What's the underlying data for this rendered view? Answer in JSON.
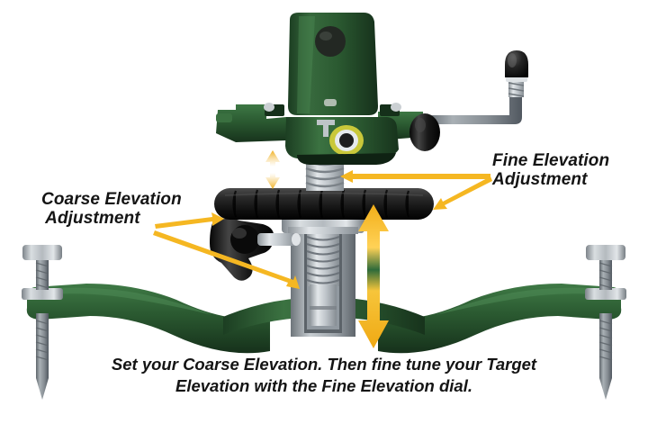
{
  "figure": {
    "kind": "product-illustration",
    "subject": "shooting rest elevation adjustment",
    "background_color": "#ffffff"
  },
  "annotations": {
    "coarse": {
      "name": "Coarse Elevation Adjustment",
      "line1": "Coarse Elevation",
      "line2": "Adjustment",
      "points_to": [
        "coarse-adjustment-knob",
        "coarse-thread-cutaway"
      ]
    },
    "fine": {
      "name": "Fine Elevation Adjustment",
      "line1": "Fine Elevation",
      "line2": "Adjustment",
      "points_to": [
        "fine-elevation-screw",
        "fine-elevation-dial"
      ]
    }
  },
  "caption": {
    "line1": "Set your Coarse Elevation. Then fine tune your Target",
    "line2": "Elevation with the Fine Elevation dial."
  },
  "colors": {
    "arrow_yellow": "#F5B722",
    "arrow_yellow_light": "#FFD65E",
    "body_green_dark": "#1F4526",
    "body_green": "#2D5C33",
    "body_green_light": "#3C7342",
    "metal_light": "#D6DADD",
    "metal_mid": "#A8AEB3",
    "metal_dark": "#70777D",
    "black_part": "#1A1A1A",
    "accent_ring": "#C9C83A",
    "text": "#141414"
  },
  "parts": [
    {
      "id": "upper-head",
      "label": "Upper head casting",
      "color": "#2D5C33"
    },
    {
      "id": "head-port",
      "label": "Head port hole",
      "color": "#222222"
    },
    {
      "id": "cross-bar",
      "label": "Horizontal cross bar",
      "color": "#2D5C33"
    },
    {
      "id": "yellow-ring-port",
      "label": "Yellow ring port",
      "color": "#C9C83A"
    },
    {
      "id": "crank-handle",
      "label": "Crank handle",
      "color": "#7E868C"
    },
    {
      "id": "crank-knob",
      "label": "Crank knob",
      "color": "#1A1A1A"
    },
    {
      "id": "crank-hub",
      "label": "Crank hub knob",
      "color": "#1A1A1A"
    },
    {
      "id": "fine-elevation-screw",
      "label": "Fine elevation threaded screw",
      "color": "#BFC5C9"
    },
    {
      "id": "fine-elevation-dial",
      "label": "Fine elevation ribbed dial",
      "color": "#1A1A1A"
    },
    {
      "id": "collar",
      "label": "Silver collar",
      "color": "#C3C9CD"
    },
    {
      "id": "coarse-adjustment-knob",
      "label": "Coarse adjustment knob",
      "color": "#1A1A1A"
    },
    {
      "id": "coarse-adjustment-pin",
      "label": "Coarse adjustment pin",
      "color": "#AEB4B9"
    },
    {
      "id": "column-cutaway",
      "label": "Elevation column cutaway",
      "color": "#C3C9CD"
    },
    {
      "id": "coarse-thread-cutaway",
      "label": "Internal coarse thread",
      "color": "#B9BFC4"
    },
    {
      "id": "leg-left",
      "label": "Left leg",
      "color": "#2D5C33"
    },
    {
      "id": "leg-right",
      "label": "Right leg",
      "color": "#2D5C33"
    },
    {
      "id": "thumbscrew-left",
      "label": "Left thumbscrew",
      "color": "#C7CDD1"
    },
    {
      "id": "thumbscrew-right",
      "label": "Right thumbscrew",
      "color": "#C7CDD1"
    },
    {
      "id": "spike-left",
      "label": "Left ground spike",
      "color": "#AEB4B9"
    },
    {
      "id": "spike-right",
      "label": "Right ground spike",
      "color": "#AEB4B9"
    }
  ],
  "arrows": {
    "fine_travel": {
      "id": "fine-travel-arrow",
      "type": "double-vertical",
      "color": "#F5B722"
    },
    "coarse_travel": {
      "id": "coarse-travel-arrow",
      "type": "double-vertical",
      "color": "#F5B722"
    }
  }
}
